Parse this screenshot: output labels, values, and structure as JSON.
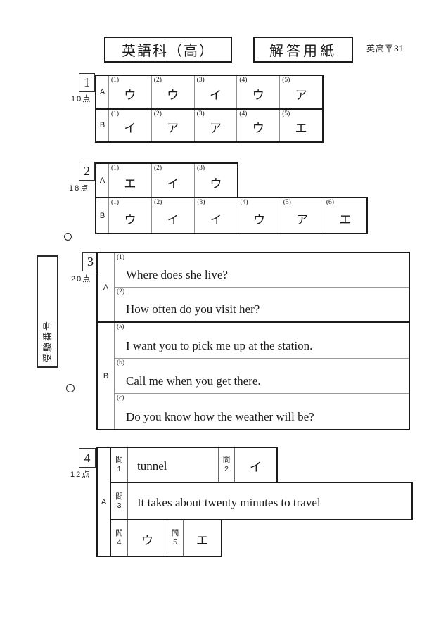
{
  "header": {
    "subject_box": "英語科（高）",
    "answer_sheet_box": "解答用紙",
    "doc_code": "英高平31"
  },
  "sidebar": {
    "examinee_number_label": "受験番号"
  },
  "section1": {
    "number": "1",
    "points": "10点",
    "rowA": {
      "label": "A",
      "cells": [
        {
          "no": "(1)",
          "ans": "ウ"
        },
        {
          "no": "(2)",
          "ans": "ウ"
        },
        {
          "no": "(3)",
          "ans": "イ"
        },
        {
          "no": "(4)",
          "ans": "ウ"
        },
        {
          "no": "(5)",
          "ans": "ア"
        }
      ]
    },
    "rowB": {
      "label": "B",
      "cells": [
        {
          "no": "(1)",
          "ans": "イ"
        },
        {
          "no": "(2)",
          "ans": "ア"
        },
        {
          "no": "(3)",
          "ans": "ア"
        },
        {
          "no": "(4)",
          "ans": "ウ"
        },
        {
          "no": "(5)",
          "ans": "エ"
        }
      ]
    }
  },
  "section2": {
    "number": "2",
    "points": "18点",
    "rowA": {
      "label": "A",
      "cells": [
        {
          "no": "(1)",
          "ans": "エ"
        },
        {
          "no": "(2)",
          "ans": "イ"
        },
        {
          "no": "(3)",
          "ans": "ウ"
        }
      ]
    },
    "rowB": {
      "label": "B",
      "cells": [
        {
          "no": "(1)",
          "ans": "ウ"
        },
        {
          "no": "(2)",
          "ans": "イ"
        },
        {
          "no": "(3)",
          "ans": "イ"
        },
        {
          "no": "(4)",
          "ans": "ウ"
        },
        {
          "no": "(5)",
          "ans": "ア"
        },
        {
          "no": "(6)",
          "ans": "エ"
        }
      ]
    }
  },
  "section3": {
    "number": "3",
    "points": "20点",
    "groupA": {
      "label": "A",
      "items": [
        {
          "no": "(1)",
          "ans": "Where does she live?"
        },
        {
          "no": "(2)",
          "ans": "How often do you visit her?"
        }
      ]
    },
    "groupB": {
      "label": "B",
      "items": [
        {
          "no": "(a)",
          "ans": "I want you to pick me up at the station."
        },
        {
          "no": "(b)",
          "ans": "Call me when you get there."
        },
        {
          "no": "(c)",
          "ans": "Do you know how the weather will be?"
        }
      ]
    }
  },
  "section4": {
    "number": "4",
    "points": "12点",
    "group_label": "A",
    "q1": {
      "q": "問",
      "n": "1",
      "ans": "tunnel"
    },
    "q2": {
      "q": "問",
      "n": "2",
      "ans": "イ"
    },
    "q3": {
      "q": "問",
      "n": "3",
      "ans": "It takes about twenty minutes to travel"
    },
    "q4": {
      "q": "問",
      "n": "4",
      "ans": "ウ"
    },
    "q5": {
      "q": "問",
      "n": "5",
      "ans": "エ"
    }
  }
}
